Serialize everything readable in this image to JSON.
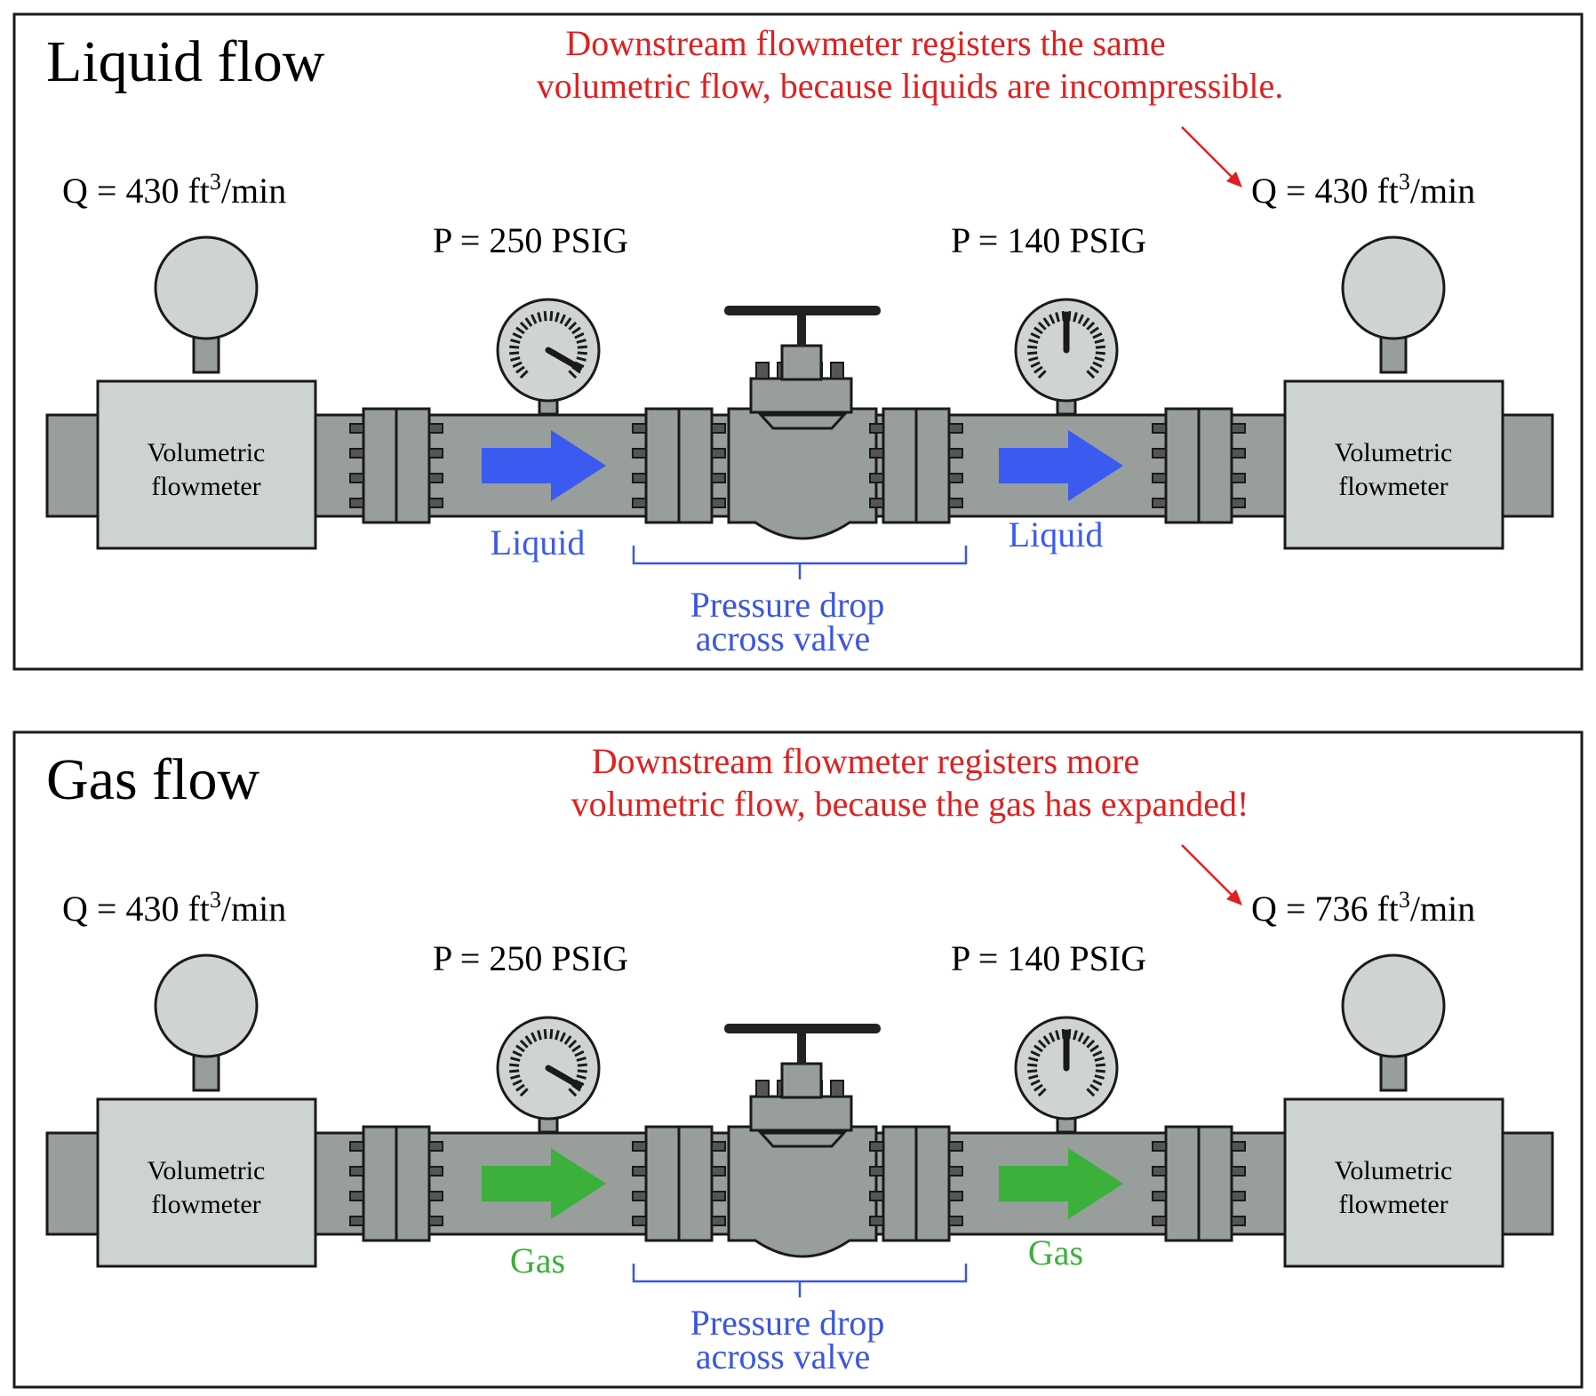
{
  "colors": {
    "pipe": "#979e9b",
    "flange": "#979e9b",
    "meter_body": "#cdd3d1",
    "gauge_face": "#cfd4d2",
    "outline": "#1a1a1a",
    "note": "#e02020",
    "liquid": "#3b5bf0",
    "gas": "#3bb03b",
    "bracket": "#3a56e0",
    "label": "#000000"
  },
  "panels": [
    {
      "id": "liquid",
      "title": "Liquid flow",
      "note_lines": [
        "Downstream flowmeter registers the same",
        "volumetric flow, because liquids are incompressible."
      ],
      "upstream_flow": {
        "prefix": "Q = 430 ft",
        "sup": "3",
        "suffix": "/min"
      },
      "downstream_flow": {
        "prefix": "Q = 430 ft",
        "sup": "3",
        "suffix": "/min"
      },
      "upstream_pressure": "P = 250 PSIG",
      "downstream_pressure": "P = 140 PSIG",
      "meter_label_lines": [
        "Volumetric",
        "flowmeter"
      ],
      "fluid_label": "Liquid",
      "fluid_color_key": "liquid",
      "drop_label_lines": [
        "Pressure drop",
        "across valve"
      ]
    },
    {
      "id": "gas",
      "title": "Gas flow",
      "note_lines": [
        "Downstream flowmeter registers more",
        "volumetric flow, because the gas has expanded!"
      ],
      "upstream_flow": {
        "prefix": "Q = 430 ft",
        "sup": "3",
        "suffix": "/min"
      },
      "downstream_flow": {
        "prefix": "Q = 736 ft",
        "sup": "3",
        "suffix": "/min"
      },
      "upstream_pressure": "P = 250 PSIG",
      "downstream_pressure": "P = 140 PSIG",
      "meter_label_lines": [
        "Volumetric",
        "flowmeter"
      ],
      "fluid_label": "Gas",
      "fluid_color_key": "gas",
      "drop_label_lines": [
        "Pressure drop",
        "across valve"
      ]
    }
  ]
}
